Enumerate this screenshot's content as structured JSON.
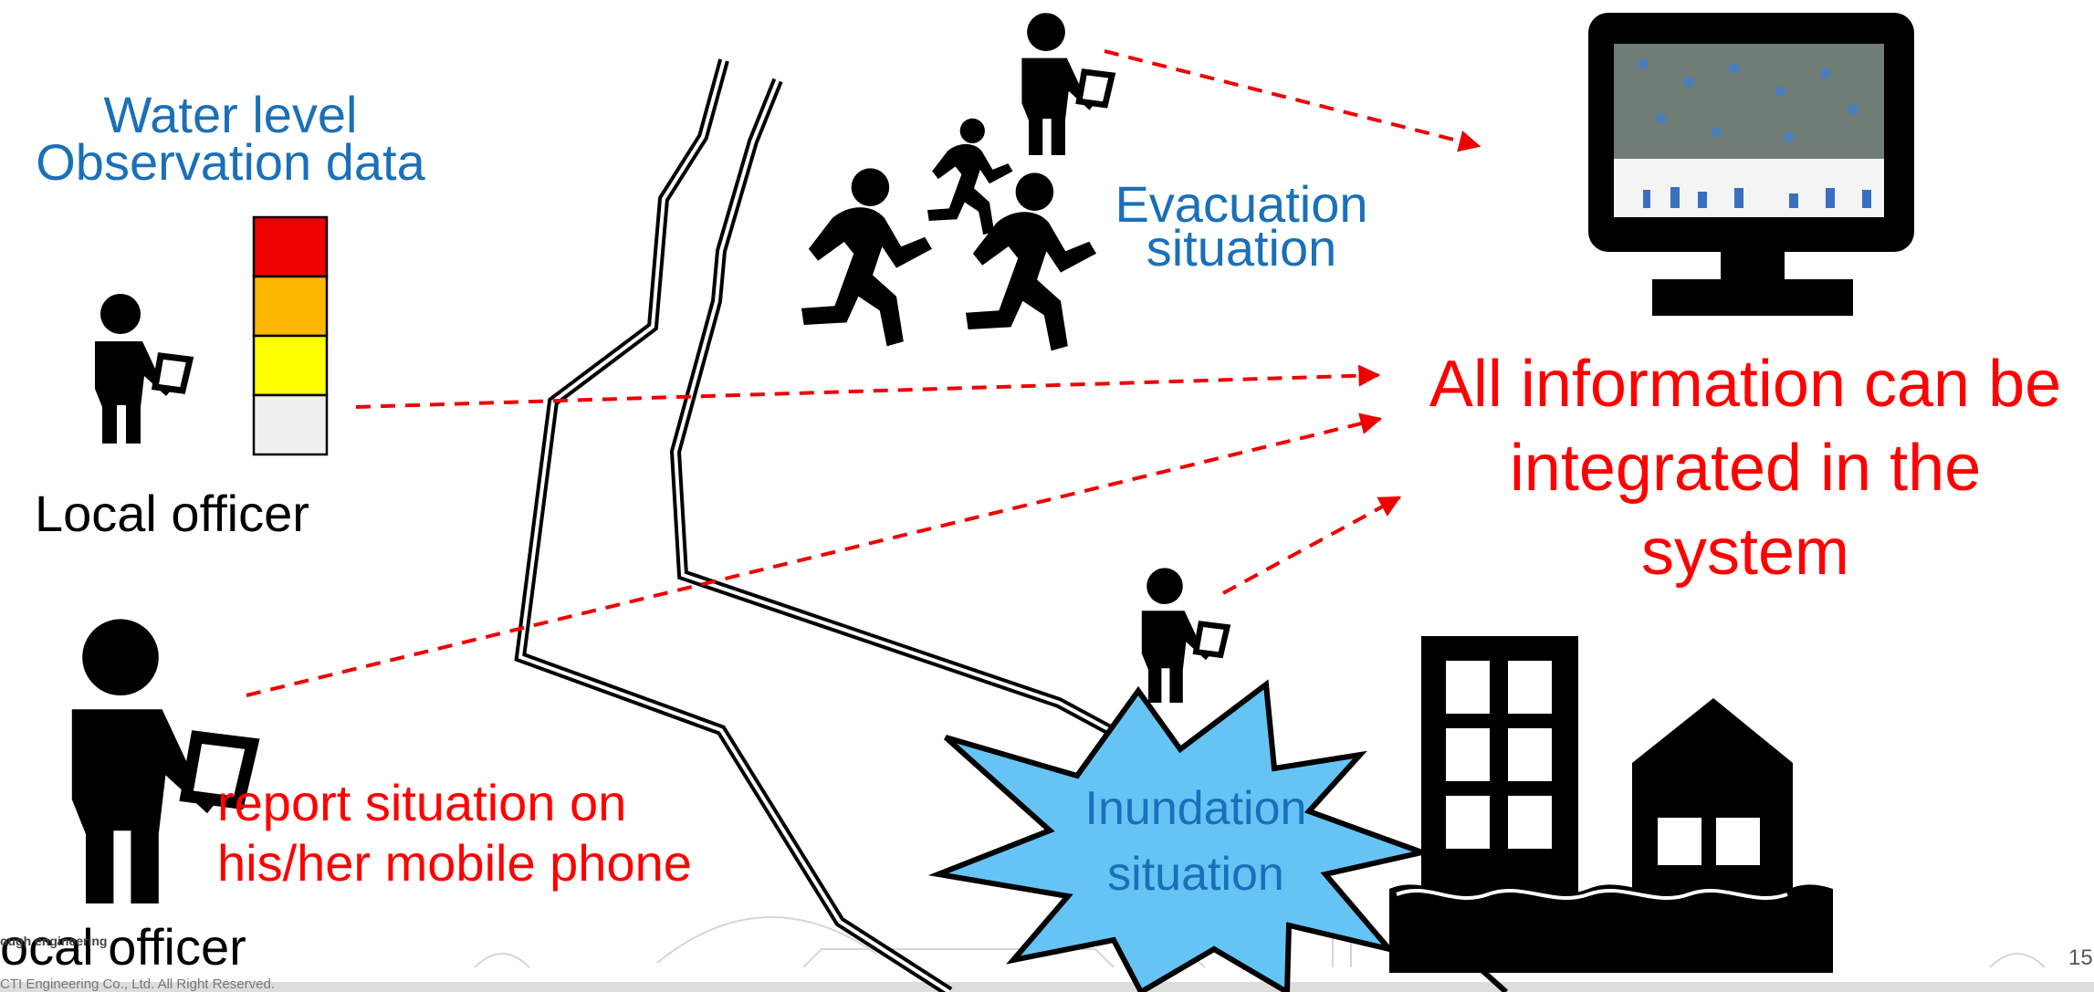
{
  "labels": {
    "water_level_line1": "Water level",
    "water_level_line2": "Observation data",
    "local_officer_1": "Local officer",
    "local_officer_2": "ocal officer",
    "report_line1": "report situation on",
    "report_line2": "his/her mobile phone",
    "evacuation_line1": "Evacuation",
    "evacuation_line2": "situation",
    "integration_line1": "All information can be",
    "integration_line2": "integrated in the",
    "integration_line3": "system",
    "inundation_line1": "Inundation",
    "inundation_line2": "situation",
    "footer_copyright": "CTI Engineering Co., Ltd. All Right Reserved.",
    "footer_logo": "ough engineering",
    "page_number": "15"
  },
  "water_gauge": {
    "levels": [
      "#ee0000",
      "#ffb800",
      "#ffff00",
      "#f0f0f0"
    ]
  },
  "colors": {
    "blue_text": "#1a70b8",
    "red_text": "#ff0000",
    "burst_fill": "#66c4f5",
    "dash_arrow": "#ee0000"
  },
  "icons": [
    "person-with-tablet-icon",
    "running-person-icon",
    "monitor-icon",
    "building-icon",
    "house-icon",
    "water-wave-icon",
    "burst-icon",
    "river-icon"
  ]
}
